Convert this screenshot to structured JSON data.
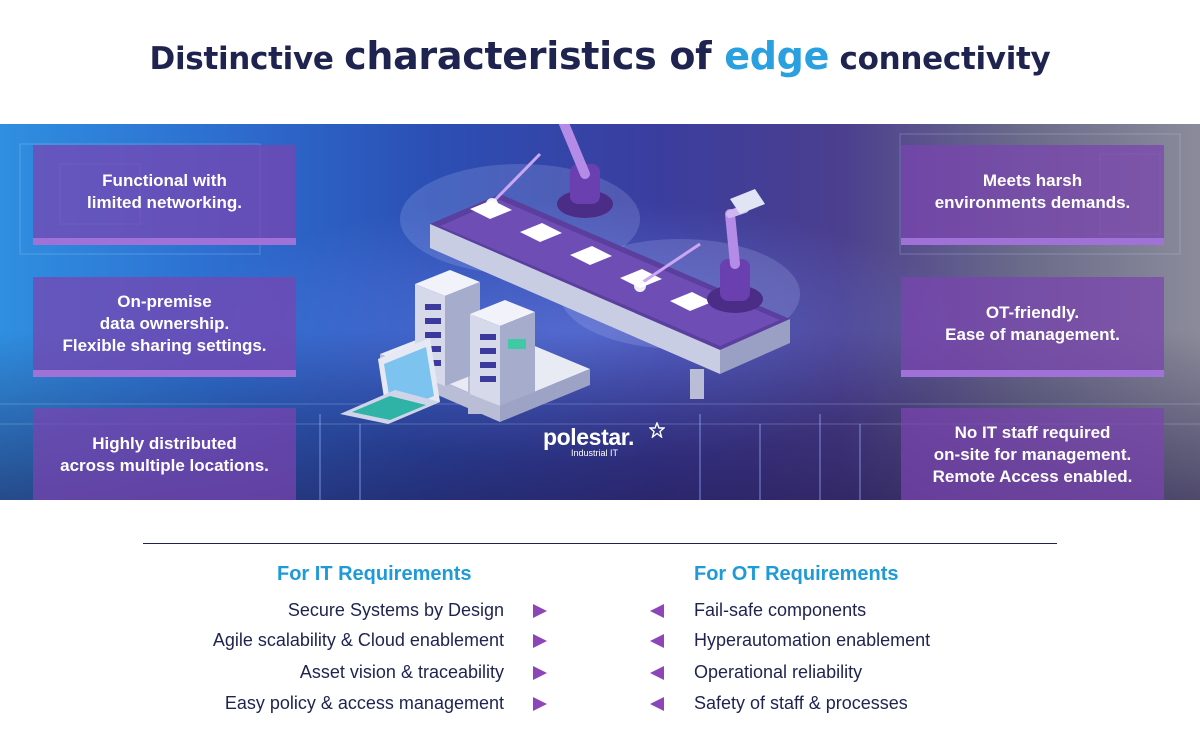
{
  "title": {
    "part1": "Distinctive ",
    "part2": "characteristics of ",
    "part3": "edge",
    "part4": " connectivity"
  },
  "colors": {
    "navy": "#1e2350",
    "accent_blue": "#2aa0e0",
    "box_purple": "#7a44b0",
    "arrow_purple": "#8e45b8"
  },
  "left_boxes": [
    "Functional with\nlimited networking.",
    "On-premise\ndata ownership.\nFlexible sharing settings.",
    "Highly distributed\nacross multiple locations."
  ],
  "right_boxes": [
    "Meets harsh\nenvironments demands.",
    "OT-friendly.\nEase of management.",
    "No IT staff required\non-site for management.\nRemote Access enabled."
  ],
  "logo": {
    "name": "polestar.",
    "sub": "Industrial IT",
    "icon": "star-icon"
  },
  "it": {
    "heading": "For IT Requirements",
    "items": [
      "Secure Systems by Design",
      "Agile scalability & Cloud enablement",
      "Asset vision & traceability",
      "Easy policy & access management"
    ]
  },
  "ot": {
    "heading": "For OT Requirements",
    "items": [
      "Fail-safe components",
      "Hyperautomation enablement",
      "Operational reliability",
      "Safety of staff & processes"
    ]
  }
}
